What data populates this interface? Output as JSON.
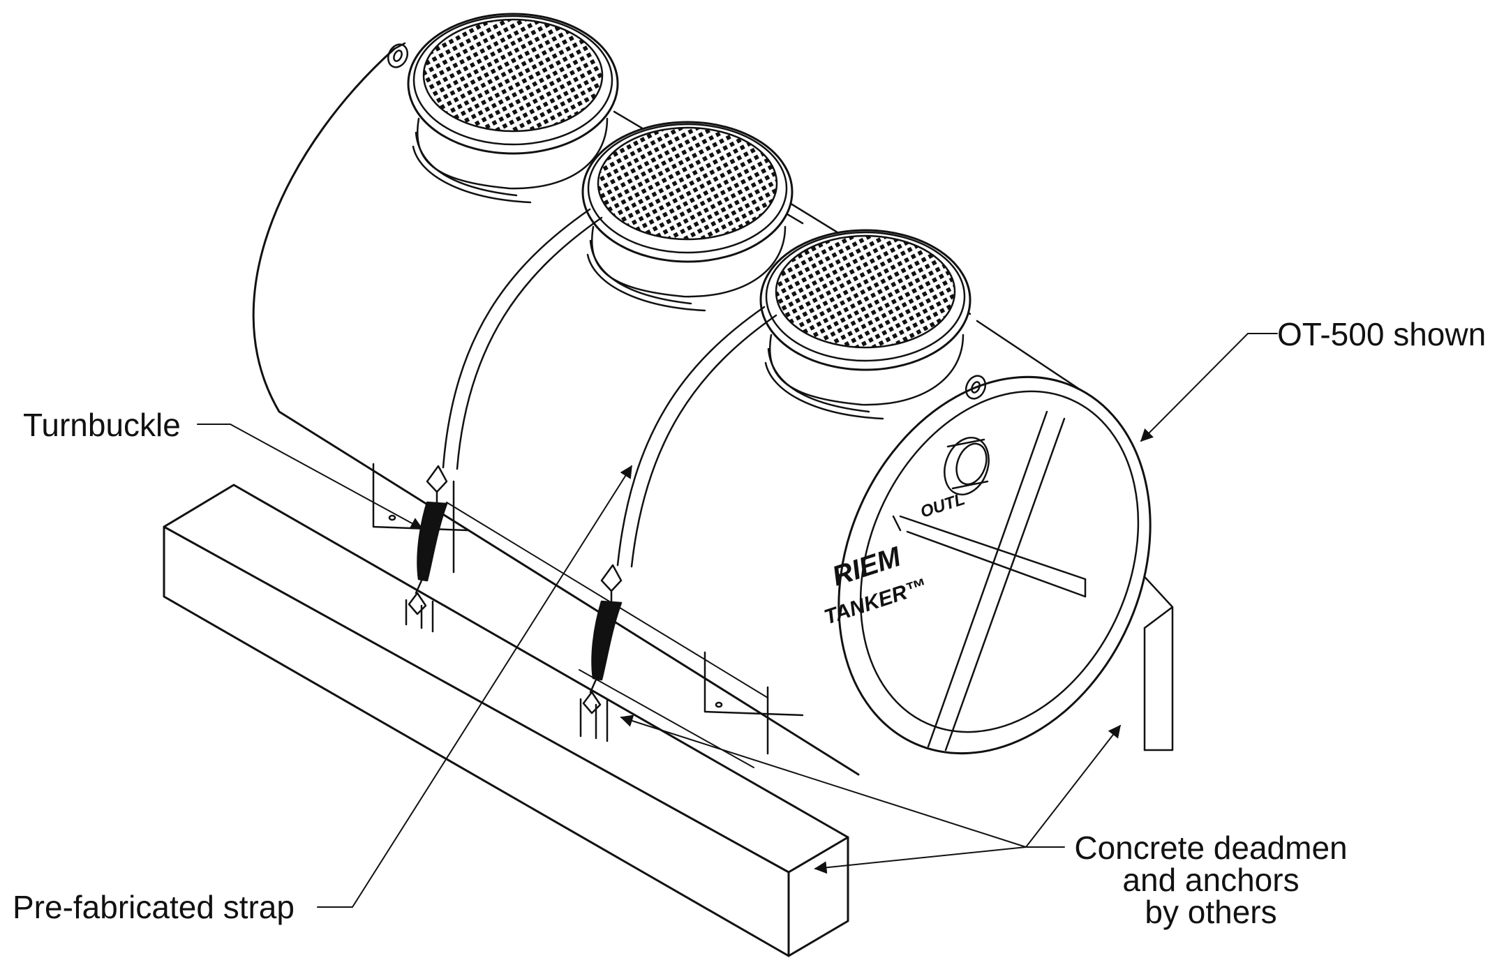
{
  "callouts": {
    "tank_model": "OT-500 shown",
    "turnbuckle": "Turnbuckle",
    "strap": "Pre-fabricated strap",
    "deadmen_line1": "Concrete deadmen",
    "deadmen_line2": "and anchors",
    "deadmen_line3": "by others"
  },
  "tank_markings": {
    "brand_fragment": "RIEM",
    "product_fragment": "TANKER™",
    "port_fragment": "OUTL"
  },
  "colors": {
    "line": "#111111",
    "background": "#ffffff"
  }
}
